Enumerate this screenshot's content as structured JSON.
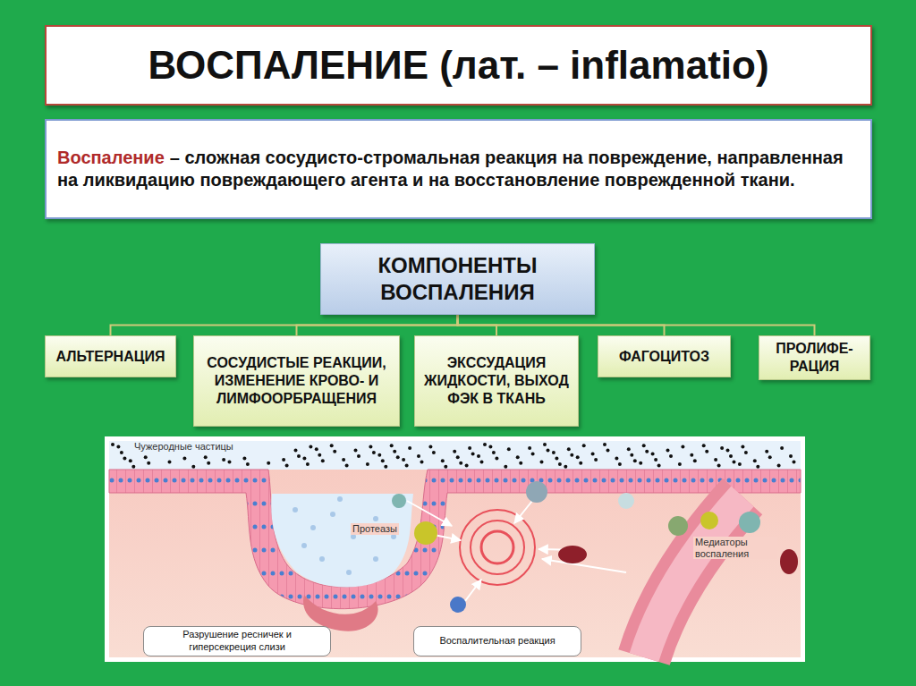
{
  "diagram": {
    "title": "ВОСПАЛЕНИЕ (лат. – inflamatio)",
    "nodes": [
      {
        "text": [
          "Воспаление",
          "– сложная сосудисто-стромальная реакция на повреждение, направленная на ликвидацию повреждающего агента и на восстановление поврежденной ткани."
        ]
      },
      {
        "text": [
          "КОМПОНЕНТЫ ВОСПАЛЕНИЯ"
        ]
      },
      {
        "text": [
          "АЛЬТЕРНАЦИЯ"
        ]
      },
      {
        "text": [
          "СОСУДИСТЫЕ РЕАКЦИИ, ИЗМЕНЕНИЕ КРОВО- И ЛИМФООРБРАЩЕНИЯ"
        ]
      },
      {
        "text": [
          "ЭКССУДАЦИЯ ЖИДКОСТИ, ВЫХОД ФЭК В ТКАНЬ"
        ]
      },
      {
        "text": [
          "ФАГОЦИТОЗ"
        ]
      },
      {
        "text": [
          "ПРОЛИФЕ- РАЦИЯ"
        ]
      },
      {
        "text": [
          "Разрушение ресничек и гиперсекреция слизи"
        ]
      },
      {
        "text": [
          "Воспалительная реакция"
        ]
      }
    ],
    "edges": [
      {
        "from": 1,
        "to": 2,
        "arrow": "none"
      },
      {
        "from": 1,
        "to": 3,
        "arrow": "none"
      },
      {
        "from": 1,
        "to": 4,
        "arrow": "none"
      },
      {
        "from": 1,
        "to": 5,
        "arrow": "none"
      },
      {
        "from": 1,
        "to": 6,
        "arrow": "none"
      }
    ],
    "labels": [
      "Чужеродные частицы",
      "Протеазы",
      "Медиаторы воспаления"
    ]
  }
}
